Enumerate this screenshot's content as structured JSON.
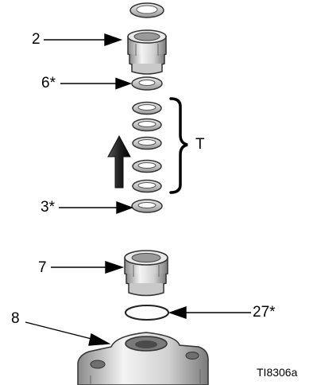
{
  "callouts": {
    "c2": "2",
    "c6": "6*",
    "cT": "T",
    "c3": "3*",
    "c7": "7",
    "c27": "27*",
    "c8": "8"
  },
  "figure_id": "TI8306a"
}
